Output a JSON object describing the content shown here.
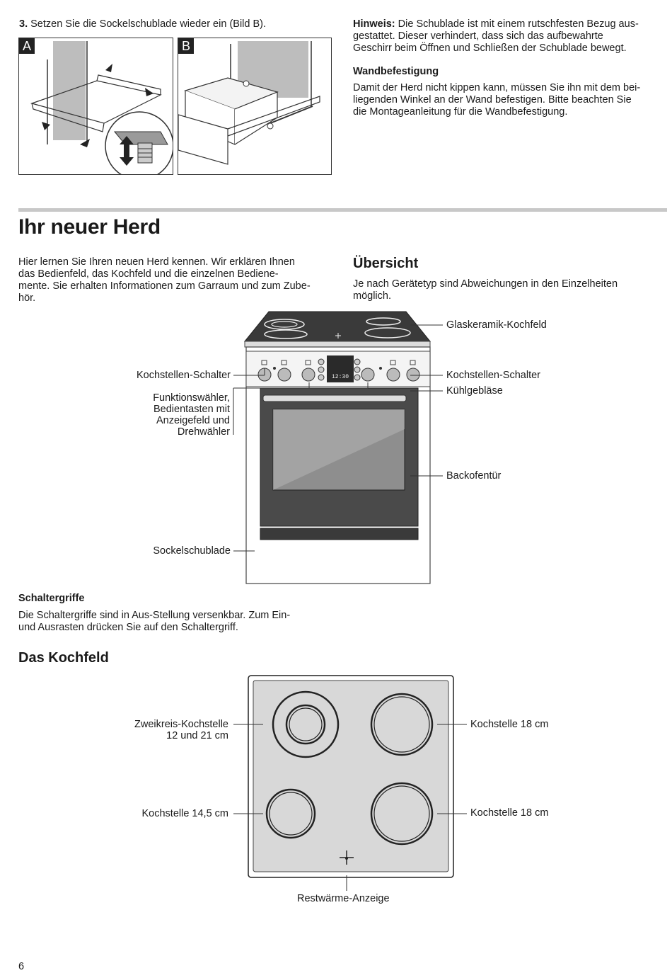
{
  "step3": {
    "number": "3.",
    "text": "Setzen Sie die Sockelschublade wieder ein (Bild B)."
  },
  "figures": {
    "a_label": "A",
    "b_label": "B"
  },
  "hinweis": {
    "label": "Hinweis:",
    "line1": "Die Schublade ist mit einem rutschfesten Bezug aus-",
    "line2": "gestattet. Dieser verhindert, dass sich das aufbewahrte",
    "line3": "Geschirr beim Öffnen und Schließen der Schublade bewegt."
  },
  "wandbefestigung": {
    "title": "Wandbefestigung",
    "line1": "Damit der Herd nicht kippen kann, müssen Sie ihn mit dem bei-",
    "line2": "liegenden Winkel an der Wand befestigen. Bitte beachten Sie",
    "line3": "die Montageanleitung für die Wandbefestigung."
  },
  "section": {
    "title": "Ihr neuer Herd",
    "intro1": "Hier lernen Sie Ihren neuen Herd kennen. Wir erklären Ihnen",
    "intro2": "das Bedienfeld, das Kochfeld und die einzelnen Bediene-",
    "intro3": "mente. Sie erhalten Informationen zum Garraum und zum Zube-",
    "intro4": "hör."
  },
  "uebersicht": {
    "title": "Übersicht",
    "line1": "Je nach Gerätetyp sind Abweichungen in den Einzelheiten",
    "line2": "möglich."
  },
  "stove_labels": {
    "glaskeramik": "Glaskeramik-Kochfeld",
    "kochstellen_left": "Kochstellen-Schalter",
    "kochstellen_right": "Kochstellen-Schalter",
    "kuehlgeblaese": "Kühlgebläse",
    "funktion1": "Funktionswähler,",
    "funktion2": "Bedientasten mit",
    "funktion3": "Anzeigefeld und",
    "funktion4": "Drehwähler",
    "backofentuer": "Backofentür",
    "sockelschublade": "Sockelschublade",
    "display_time": "12:30"
  },
  "schaltergriffe": {
    "title": "Schaltergriffe",
    "line1": "Die Schaltergriffe sind in Aus-Stellung versenkbar. Zum Ein-",
    "line2": "und Ausrasten drücken Sie auf den Schaltergriff."
  },
  "kochfeld": {
    "title": "Das Kochfeld",
    "zweikreis1": "Zweikreis-Kochstelle",
    "zweikreis2": "12 und 21 cm",
    "kochstelle_tr": "Kochstelle 18 cm",
    "kochstelle_bl": "Kochstelle 14,5 cm",
    "kochstelle_br": "Kochstelle 18 cm",
    "restwaerme": "Restwärme-Anzeige"
  },
  "page_number": "6"
}
